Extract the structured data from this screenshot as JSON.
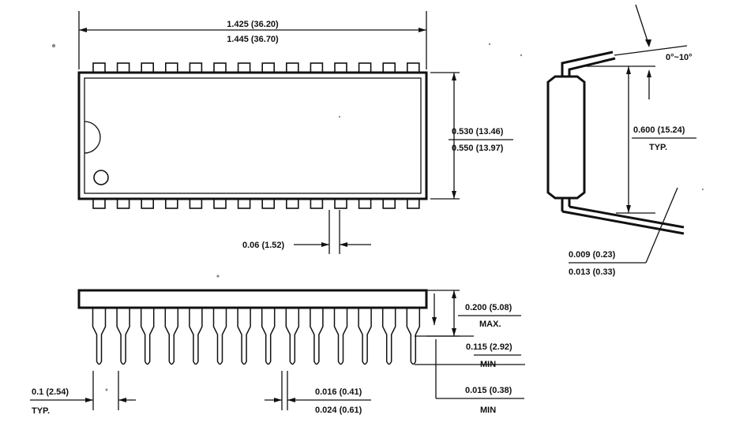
{
  "top_view": {
    "length_min": "1.425 (36.20)",
    "length_max": "1.445 (36.70)",
    "width_min": "0.530 (13.46)",
    "width_max": "0.550 (13.97)",
    "pin_width": "0.06 (1.52)",
    "pin_count_per_side": 14
  },
  "end_view": {
    "angle": "0°~10°",
    "row_spacing": "0.600 (15.24)",
    "row_spacing_note": "TYP.",
    "lead_thickness_min": "0.009 (0.23)",
    "lead_thickness_max": "0.013 (0.33)"
  },
  "side_view": {
    "height": "0.200 (5.08)",
    "height_note": "MAX.",
    "lead_length": "0.115 (2.92)",
    "lead_length_note": "MIN",
    "standoff": "0.015 (0.38)",
    "standoff_note": "MIN",
    "pitch": "0.1 (2.54)",
    "pitch_note": "TYP.",
    "lead_width_min": "0.016 (0.41)",
    "lead_width_max": "0.024 (0.61)"
  }
}
